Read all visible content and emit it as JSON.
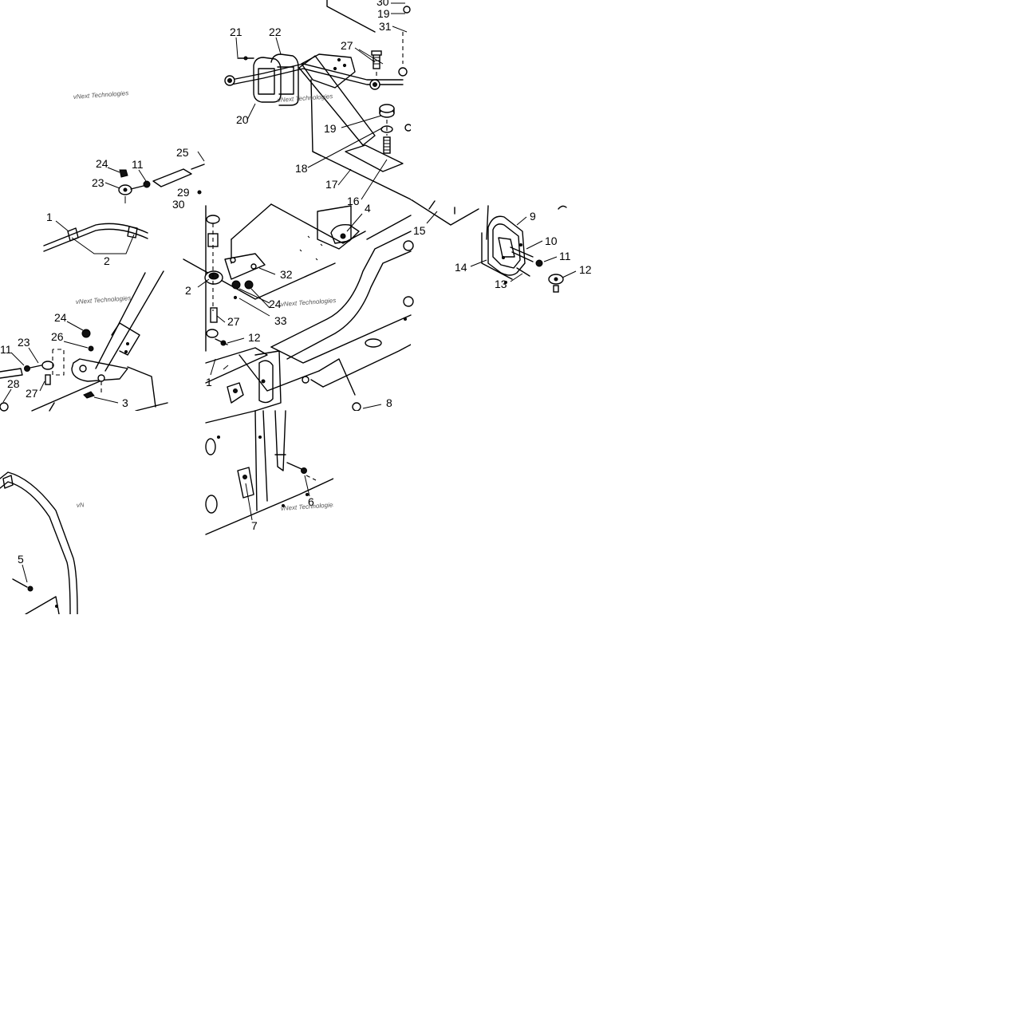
{
  "diagram": {
    "watermark": "vNext Technologies",
    "callouts": {
      "c30t": "30",
      "c19t": "19",
      "c31": "31",
      "c21": "21",
      "c22": "22",
      "c27t": "27",
      "c20": "20",
      "c19m": "19",
      "c18": "18",
      "c17": "17",
      "c16": "16",
      "c24a": "24",
      "c11a": "11",
      "c25": "25",
      "c23a": "23",
      "c29": "29",
      "c30m": "30",
      "c1a": "1",
      "c2a": "2",
      "c4": "4",
      "c15": "15",
      "c9": "9",
      "c10": "10",
      "c11c": "11",
      "c12c": "12",
      "c14": "14",
      "c13": "13",
      "c32": "32",
      "c2b": "2",
      "c24c": "24",
      "c33": "33",
      "c27m": "27",
      "c12b": "12",
      "c1b": "1",
      "c24b": "24",
      "c26": "26",
      "c23b": "23",
      "c11b": "11",
      "c27b": "27",
      "c28": "28",
      "c3": "3",
      "c8": "8",
      "c6": "6",
      "c7": "7",
      "c5": "5"
    }
  }
}
